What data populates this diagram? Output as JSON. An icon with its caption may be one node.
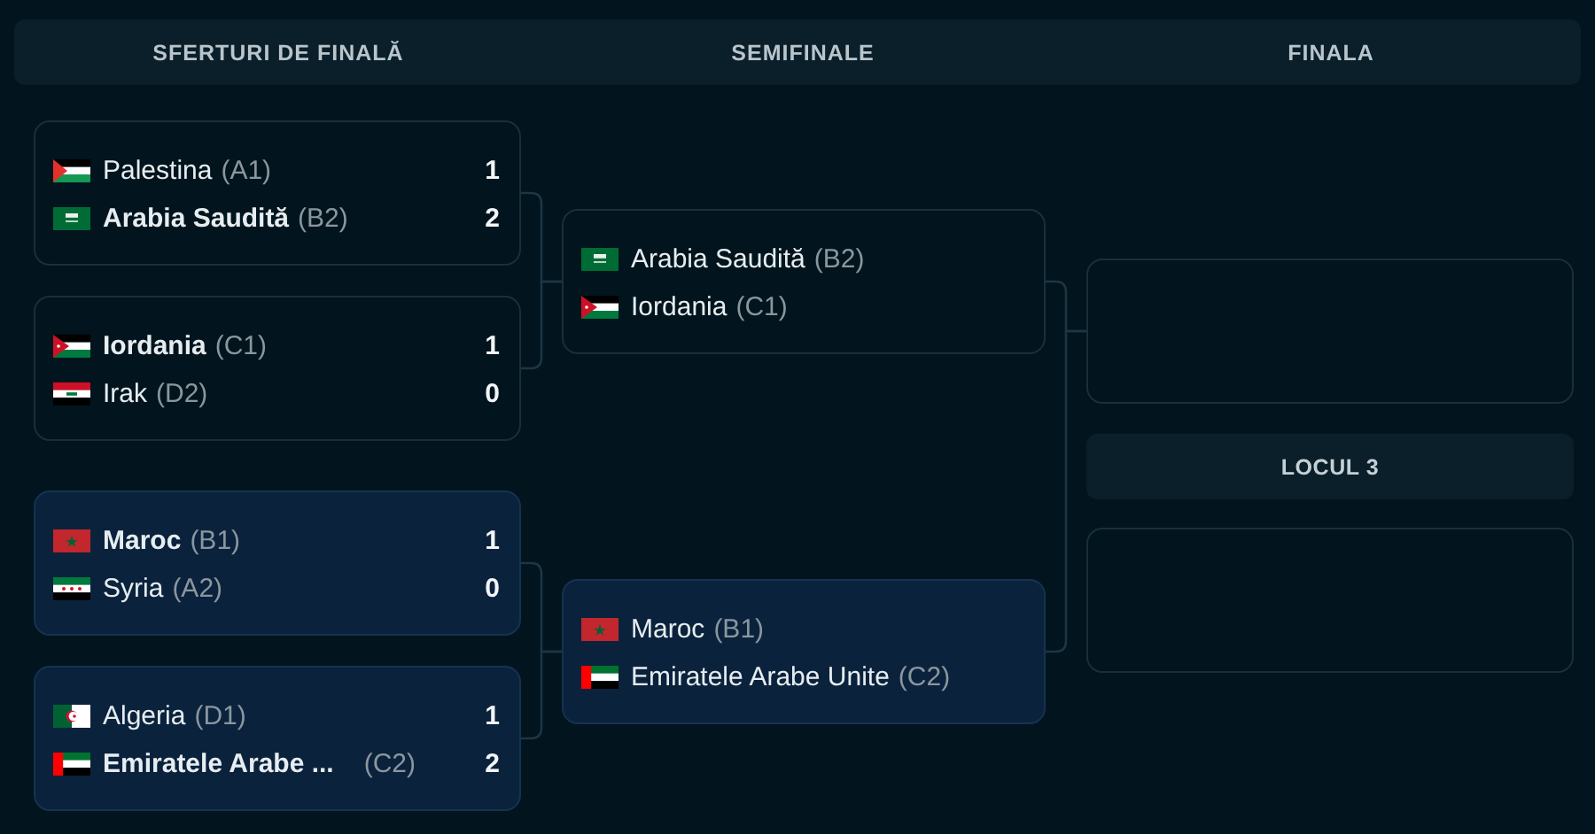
{
  "diagram": {
    "nodes": [
      {
        "text": [
          "SFERTURI DE FINALĂ",
          "SEMIFINALE",
          "FINALA"
        ]
      },
      {
        "text": [
          "Palestina",
          "(A1)",
          "1",
          "Arabia Saudită",
          "(B2)",
          "2"
        ]
      },
      {
        "text": [
          "Iordania",
          "(C1)",
          "1",
          "Irak",
          "(D2)",
          "0"
        ]
      },
      {
        "text": [
          "Maroc",
          "(B1)",
          "1",
          "Syria",
          "(A2)",
          "0"
        ]
      },
      {
        "text": [
          "Algeria",
          "(D1)",
          "1",
          "Emiratele Arabe ...",
          "(C2)",
          "2"
        ]
      },
      {
        "text": [
          "Arabia Saudită",
          "(B2)",
          "Iordania",
          "(C1)"
        ]
      },
      {
        "text": [
          "Maroc",
          "(B1)",
          "Emiratele Arabe Unite",
          "(C2)"
        ]
      },
      {
        "text": [],
        "shape": "box"
      },
      {
        "text": [
          "LOCUL 3"
        ]
      },
      {
        "text": [],
        "shape": "box"
      }
    ],
    "edges": [
      {
        "from": 1,
        "to": 5,
        "arrow": "none"
      },
      {
        "from": 2,
        "to": 5,
        "arrow": "none"
      },
      {
        "from": 3,
        "to": 6,
        "arrow": "none"
      },
      {
        "from": 4,
        "to": 6,
        "arrow": "none"
      },
      {
        "from": 5,
        "to": 7,
        "arrow": "none"
      },
      {
        "from": 6,
        "to": 7,
        "arrow": "none"
      }
    ]
  }
}
